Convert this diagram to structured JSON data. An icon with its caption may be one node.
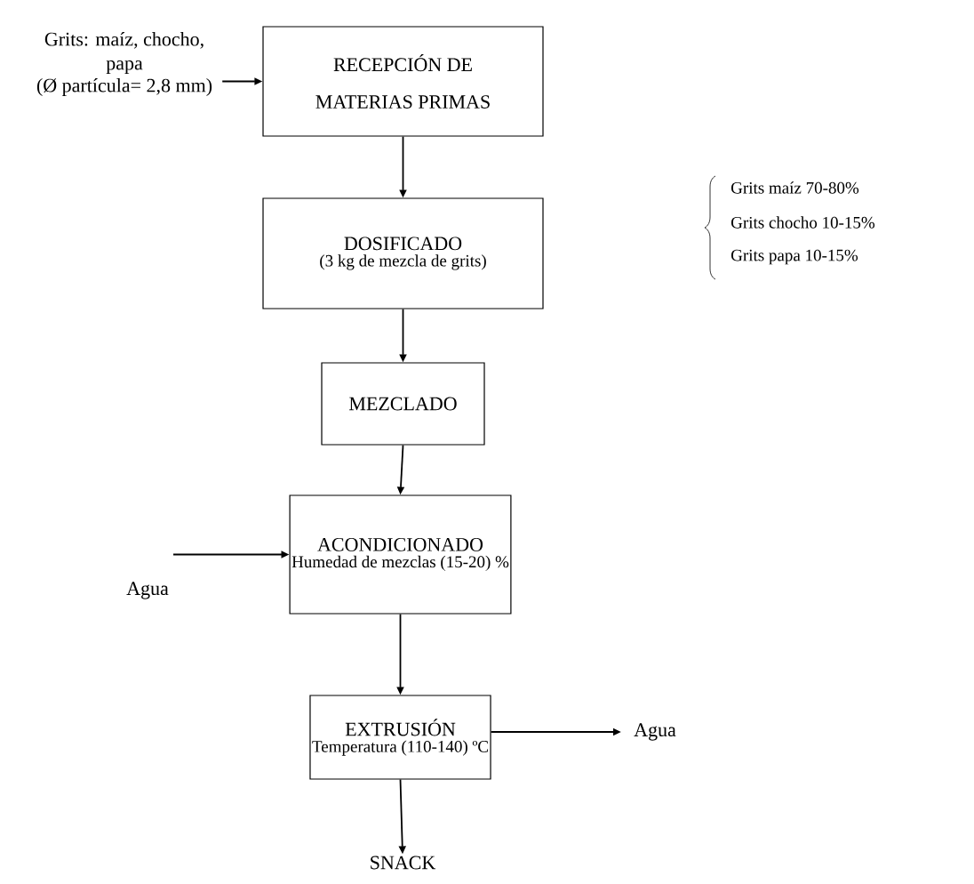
{
  "diagram": {
    "nodes": [
      {
        "text": [
          "Grits: maíz, chocho, papa",
          "(Ø partícula= 2,8 mm)"
        ]
      },
      {
        "text": [
          "RECEPCIÓN DE MATERIAS PRIMAS"
        ]
      },
      {
        "text": [
          "DOSIFICADO",
          "(3 kg de mezcla de grits)"
        ]
      },
      {
        "text": [
          "MEZCLADO"
        ]
      },
      {
        "text": [
          "Agua"
        ]
      },
      {
        "text": [
          "ACONDICIONADO",
          "Humedad de mezclas (15-20) %"
        ]
      },
      {
        "text": [
          "EXTRUSIÓN",
          "Temperatura (110-140) ºC"
        ]
      },
      {
        "text": [
          "Agua"
        ]
      },
      {
        "text": [
          "SNACK"
        ]
      }
    ],
    "edges": [
      {
        "from": 0,
        "to": 1,
        "arrow": "to"
      },
      {
        "from": 1,
        "to": 2,
        "arrow": "to"
      },
      {
        "from": 2,
        "to": 3,
        "arrow": "to"
      },
      {
        "from": 3,
        "to": 5,
        "arrow": "to"
      },
      {
        "from": 4,
        "to": 5,
        "arrow": "to"
      },
      {
        "from": 5,
        "to": 6,
        "arrow": "to"
      },
      {
        "from": 6,
        "to": 7,
        "arrow": "to"
      },
      {
        "from": 6,
        "to": 8,
        "arrow": "to"
      }
    ],
    "labels": [
      "Grits maíz 70-80%",
      "Grits chocho 10-15%",
      "Grits papa 10-15%"
    ]
  }
}
